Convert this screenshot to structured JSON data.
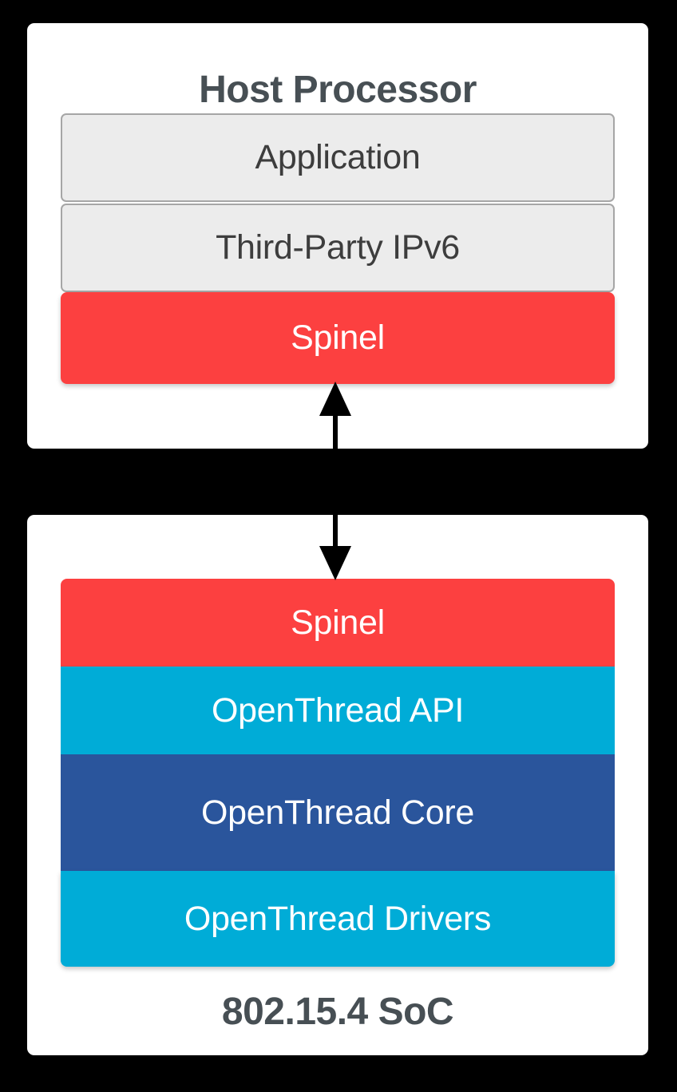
{
  "background_color": "#000000",
  "palette": {
    "panel_bg": "#ffffff",
    "title_text": "#474f54",
    "gray_box_fill": "#ececec",
    "gray_box_border": "#a6a6a6",
    "gray_box_text": "#3d3d3d",
    "spinel_red": "#fc4040",
    "openthread_cyan": "#00acd7",
    "openthread_navy": "#2a559c",
    "box_text_light": "#ffffff",
    "arrow_color": "#000000"
  },
  "diagram": {
    "type": "architecture-stack",
    "panels": [
      {
        "id": "host-processor",
        "title": "Host Processor",
        "title_position": "top",
        "layers": [
          {
            "id": "application",
            "label": "Application",
            "style": "gray"
          },
          {
            "id": "third-party-ipv6",
            "label": "Third-Party IPv6",
            "style": "gray"
          },
          {
            "id": "spinel",
            "label": "Spinel",
            "style": "red"
          }
        ]
      },
      {
        "id": "802-15-4-soc",
        "title": "802.15.4 SoC",
        "title_position": "bottom",
        "layers": [
          {
            "id": "spinel",
            "label": "Spinel",
            "style": "red"
          },
          {
            "id": "openthread-api",
            "label": "OpenThread API",
            "style": "cyan"
          },
          {
            "id": "openthread-core",
            "label": "OpenThread Core",
            "style": "navy"
          },
          {
            "id": "openthread-drivers",
            "label": "OpenThread Drivers",
            "style": "cyan"
          }
        ]
      }
    ],
    "connector": {
      "id": "spinel-link",
      "kind": "double-headed-arrow",
      "orientation": "vertical",
      "from": "host-processor.spinel",
      "to": "802-15-4-soc.spinel",
      "label": ""
    }
  }
}
